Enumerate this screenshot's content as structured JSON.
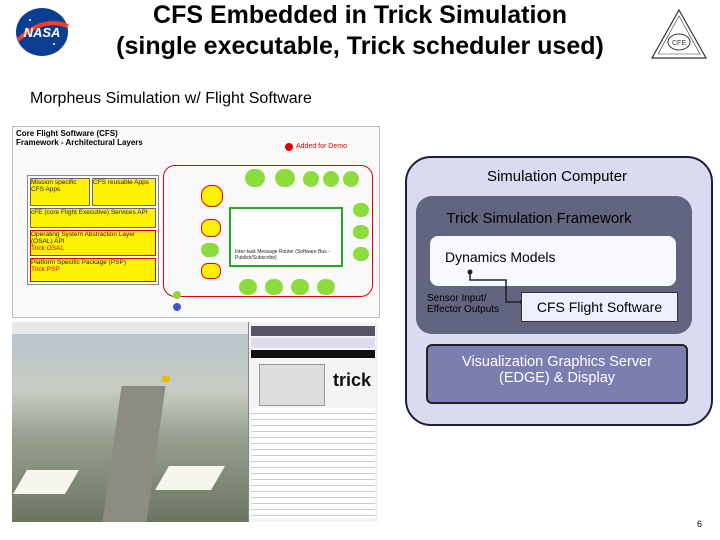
{
  "slide": {
    "title_line1": "CFS Embedded in Trick Simulation",
    "title_line2": "(single executable, Trick scheduler used)",
    "subtitle": "Morpheus Simulation w/ Flight Software",
    "page_number": "6"
  },
  "logos": {
    "nasa": "NASA",
    "seal": "CFE"
  },
  "architecture": {
    "header_line1": "Core Flight Software (CFS)",
    "header_line2": "Framework - Architectural Layers",
    "legend": "Added for Demo",
    "layers": [
      "Mission specific CFS Apps",
      "CFS reusable Apps",
      "cFE (core Flight Executive) Services API",
      "Operating System Abstraction Layer (OSAL) API",
      "Platform Specific Package (PSP)"
    ],
    "trick_tags": [
      "Trick OSAL",
      "Trick PSP"
    ],
    "bus_label": "Inter-task Message Router (Software Bus - Publish/Subscribe)",
    "colors": {
      "yellow": "#fff200",
      "green": "#8bdc3c",
      "red": "#d00000",
      "blue": "#4455cc"
    }
  },
  "sim_screenshot": {
    "trick_logo": "trick"
  },
  "diagram": {
    "sim_computer": "Simulation Computer",
    "trick_framework": "Trick Simulation Framework",
    "dynamics": "Dynamics Models",
    "sensor_line1": "Sensor Input/",
    "sensor_line2": "Effector Outputs",
    "cfs_flight_software": "CFS Flight Software",
    "vis_line1": "Visualization Graphics Server",
    "vis_line2": "(EDGE) & Display"
  }
}
